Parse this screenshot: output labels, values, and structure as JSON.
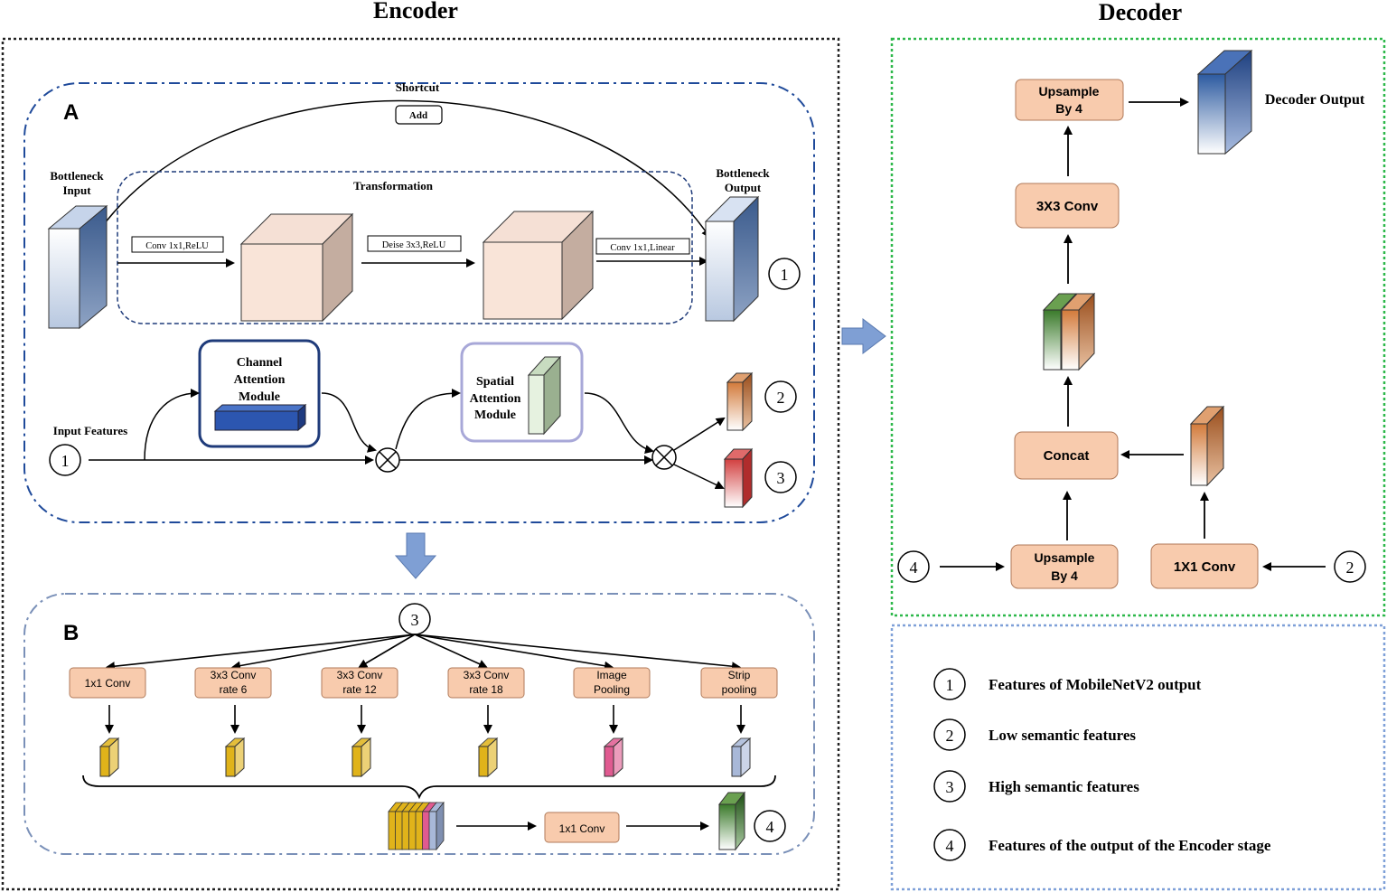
{
  "titles": {
    "encoder": "Encoder",
    "decoder": "Decoder"
  },
  "panel_a": {
    "label": "A",
    "shortcut": "Shortcut",
    "add": "Add",
    "transformation": "Transformation",
    "bottleneck_input": [
      "Bottleneck",
      "Input"
    ],
    "bottleneck_output": [
      "Bottleneck",
      "Output"
    ],
    "conv1": "Conv 1x1,ReLU",
    "conv2": "Deise 3x3,ReLU",
    "conv3": "Conv 1x1,Linear",
    "channel_attention": [
      "Channel",
      "Attention",
      "Module"
    ],
    "spatial_attention": [
      "Spatial",
      "Attention",
      "Module"
    ],
    "input_features": "Input Features",
    "markers": [
      "1",
      "1",
      "2",
      "3"
    ]
  },
  "panel_b": {
    "label": "B",
    "input_marker": "3",
    "branches": [
      {
        "lines": [
          "1x1 Conv"
        ],
        "color": "#e0b31a"
      },
      {
        "lines": [
          "3x3 Conv",
          "rate 6"
        ],
        "color": "#e0b31a"
      },
      {
        "lines": [
          "3x3 Conv",
          "rate 12"
        ],
        "color": "#e0b31a"
      },
      {
        "lines": [
          "3x3 Conv",
          "rate 18"
        ],
        "color": "#e0b31a"
      },
      {
        "lines": [
          "Image",
          "Pooling"
        ],
        "color": "#e05a90"
      },
      {
        "lines": [
          "Strip",
          "pooling"
        ],
        "color": "#a8b8d8"
      }
    ],
    "final_conv": "1x1 Conv",
    "output_marker": "4"
  },
  "decoder": {
    "upsample_top": [
      "Upsample",
      "By 4"
    ],
    "decoder_output": "Decoder Output",
    "conv3x3": "3X3 Conv",
    "concat": "Concat",
    "upsample_bottom": [
      "Upsample",
      "By 4"
    ],
    "conv1x1": "1X1 Conv",
    "marker_left": "4",
    "marker_right": "2"
  },
  "legend": [
    {
      "num": "1",
      "text": "Features of MobileNetV2 output"
    },
    {
      "num": "2",
      "text": "Low semantic features"
    },
    {
      "num": "3",
      "text": "High semantic features"
    },
    {
      "num": "4",
      "text": "Features of the output of the Encoder stage"
    }
  ],
  "colors": {
    "box_fill": "#f8cbad",
    "box_stroke": "#b07a5a",
    "navy": "#1f3b7a",
    "green_dash": "#2db84a",
    "blue_arrow": "#7f9fd4"
  }
}
